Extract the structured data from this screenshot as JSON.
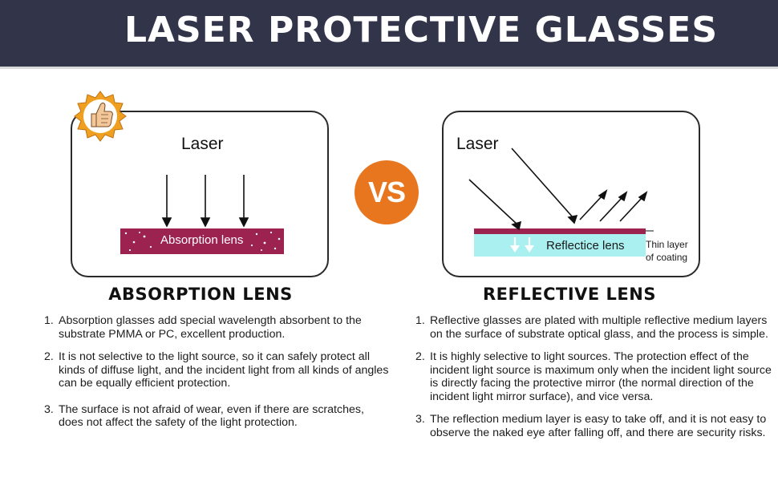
{
  "header": {
    "title": "LASER PROTECTIVE GLASSES"
  },
  "vs_label": "VS",
  "left": {
    "laser_label": "Laser",
    "lens_label": "Absorption lens",
    "section_title": "ABSORPTION LENS",
    "points": [
      {
        "num": "1.",
        "text": "Absorption glasses add special wavelength absorbent to the substrate PMMA or PC, excellent production."
      },
      {
        "num": "2.",
        "text": "It is not selective to the light source, so it can safely protect all kinds of diffuse light, and the incident light from all kinds of angles can be equally efficient protection."
      },
      {
        "num": "3.",
        "text": "The surface is not afraid of wear, even if there are scratches, does not affect the safety of the light protection."
      }
    ]
  },
  "right": {
    "laser_label": "Laser",
    "lens_label": "Reflectice lens",
    "coating_label_line1": "Thin layer",
    "coating_label_line2": "of coating",
    "section_title": "REFLECTIVE LENS",
    "points": [
      {
        "num": "1.",
        "text": "Reflective glasses are plated with multiple reflective medium layers on the surface of substrate optical glass, and the process is simple."
      },
      {
        "num": "2.",
        "text": "It is highly selective to light sources. The protection effect of the incident light source is maximum only when the incident light source is directly facing the protective mirror (the normal direction of the incident light mirror surface), and vice versa."
      },
      {
        "num": "3.",
        "text": "The reflection medium layer is easy to take off, and it is not easy to observe the naked eye after falling off, and there are security risks."
      }
    ]
  },
  "colors": {
    "header_bg": "#32344a",
    "absorption_lens": "#9c2350",
    "reflective_lens": "#aaf0f0",
    "coating": "#9c2350",
    "vs_badge": "#e8761f",
    "thumb_badge": "#f0a020"
  },
  "icons": {
    "thumbs_up": "thumbs-up-icon"
  }
}
